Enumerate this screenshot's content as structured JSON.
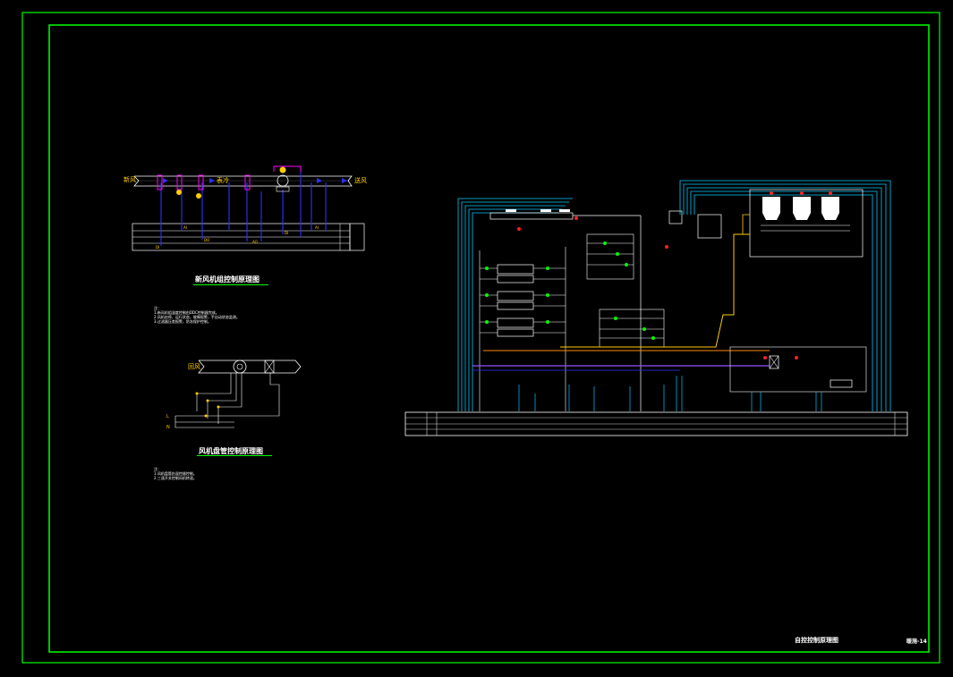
{
  "sheet": {
    "title_block_name": "自控控制原理图",
    "drawing_number": "暖施-14"
  },
  "fresh_air_unit": {
    "title": "新风机组控制原理图",
    "inlet_label": "新风",
    "outlet_label": "送风",
    "section_label": "表冷",
    "notes": [
      "注：",
      "1.新风机组温度控制由DDC控制器完成。",
      "2.风机启停，运行状态，故障报警，手自动状态监测。",
      "3.过滤器压差报警，防冻保护控制。"
    ]
  },
  "fcu": {
    "title": "风机盘管控制原理图",
    "inlet_label": "回风",
    "switch_labels": [
      "L",
      "N"
    ],
    "notes": [
      "注：",
      "1.风机盘管由温控器控制。",
      "2.三速开关控制风机转速。"
    ]
  },
  "colors": {
    "frame": "#00ff00",
    "line": "#ffffff",
    "cyan": "#00c8ff",
    "yellow": "#ffcc00",
    "red": "#ff2020",
    "magenta": "#ff00ff",
    "blue": "#3030ff",
    "green": "#00ff00",
    "purple": "#9a50ff"
  }
}
